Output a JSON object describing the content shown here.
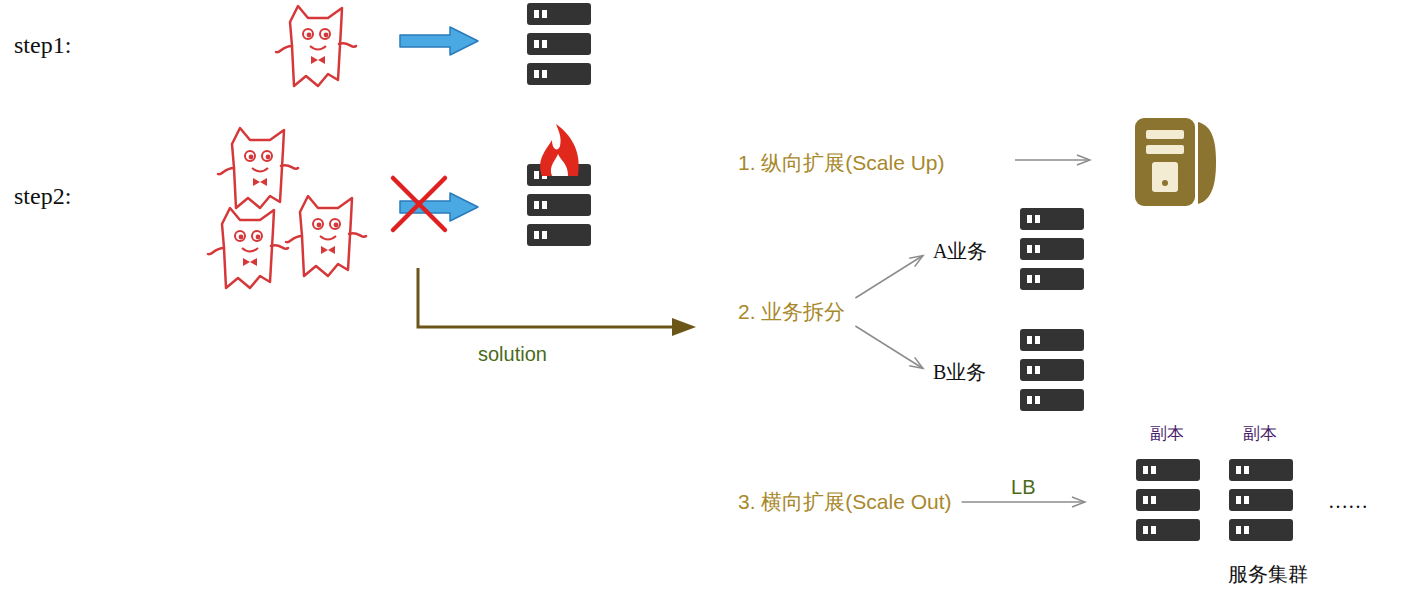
{
  "diagram": {
    "nodes": [
      {
        "text": [
          "1. 纵向扩展(Scale Up)"
        ]
      },
      {
        "text": [
          "2. 业务拆分"
        ]
      },
      {
        "text": [
          "A业务"
        ]
      },
      {
        "text": [
          "B业务"
        ]
      },
      {
        "text": [
          "3. 横向扩展(Scale Out)"
        ]
      },
      {
        "text": [
          "服务集群"
        ]
      },
      {
        "text": [
          "副本"
        ],
        "in": 5
      },
      {
        "text": [
          "副本"
        ],
        "in": 5
      }
    ],
    "edges": [
      {
        "from": 1,
        "to": 2,
        "arrow": "to"
      },
      {
        "from": 1,
        "to": 3,
        "arrow": "to"
      },
      {
        "from": 4,
        "to": 5,
        "arrow": "to",
        "label": "LB"
      }
    ],
    "labels": [
      "step1:",
      "step2:",
      "solution",
      "……"
    ]
  }
}
